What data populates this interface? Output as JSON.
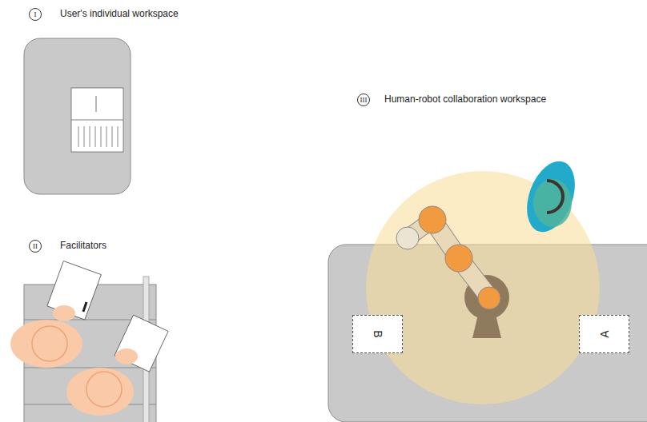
{
  "diagram": {
    "nodes": [
      {
        "text": [
          "B"
        ]
      },
      {
        "text": [
          "A"
        ]
      }
    ],
    "labels": [
      "I",
      "User's individual workspace",
      "II",
      "Facilitators",
      "III",
      "Human-robot collaboration workspace"
    ]
  }
}
